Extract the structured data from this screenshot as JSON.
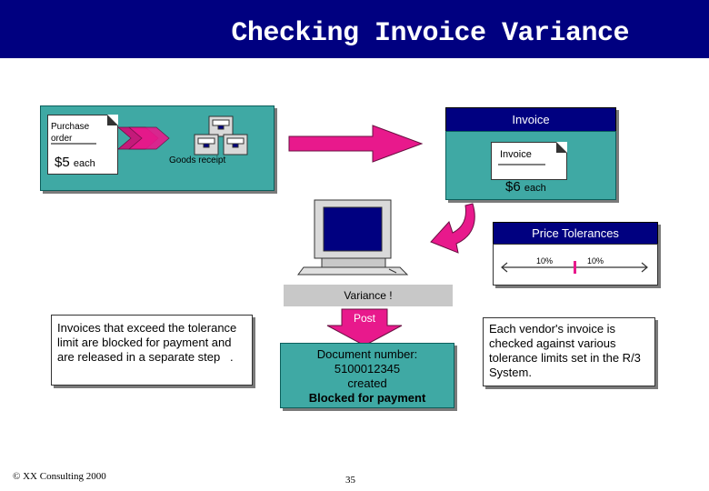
{
  "title": "Checking Invoice Variance",
  "purchase_order": {
    "label": "Purchase order",
    "price": "$5",
    "unit": "each"
  },
  "goods_receipt": {
    "label": "Goods receipt"
  },
  "invoice": {
    "header": "Invoice",
    "doc_label": "Invoice",
    "price": "$6",
    "unit": "each"
  },
  "price_tolerances": {
    "header": "Price Tolerances",
    "lower": "10%",
    "upper": "10%"
  },
  "variance_label": "Variance !",
  "post_label": "Post",
  "document": {
    "line1": "Document number:",
    "line2": "5100012345",
    "line3": "created",
    "line4": "Blocked for payment"
  },
  "left_note": "Invoices that exceed the tolerance limit are blocked for payment and are released in a separate step   .",
  "right_note": "Each vendor's invoice is checked against various tolerance limits set in the R/3 System.",
  "footer": {
    "copyright": "© XX Consulting 2000",
    "page": "35"
  },
  "colors": {
    "header_bg": "#000080",
    "panel_teal": "#3fa9a4",
    "arrow_magenta": "#e8198c",
    "variance_bar": "#c8c8c8"
  },
  "icons": [
    "goods-box-icon",
    "computer-icon",
    "right-arrow-icon",
    "curved-arrow-icon",
    "down-arrow-icon",
    "chevron-arrow-icon"
  ]
}
